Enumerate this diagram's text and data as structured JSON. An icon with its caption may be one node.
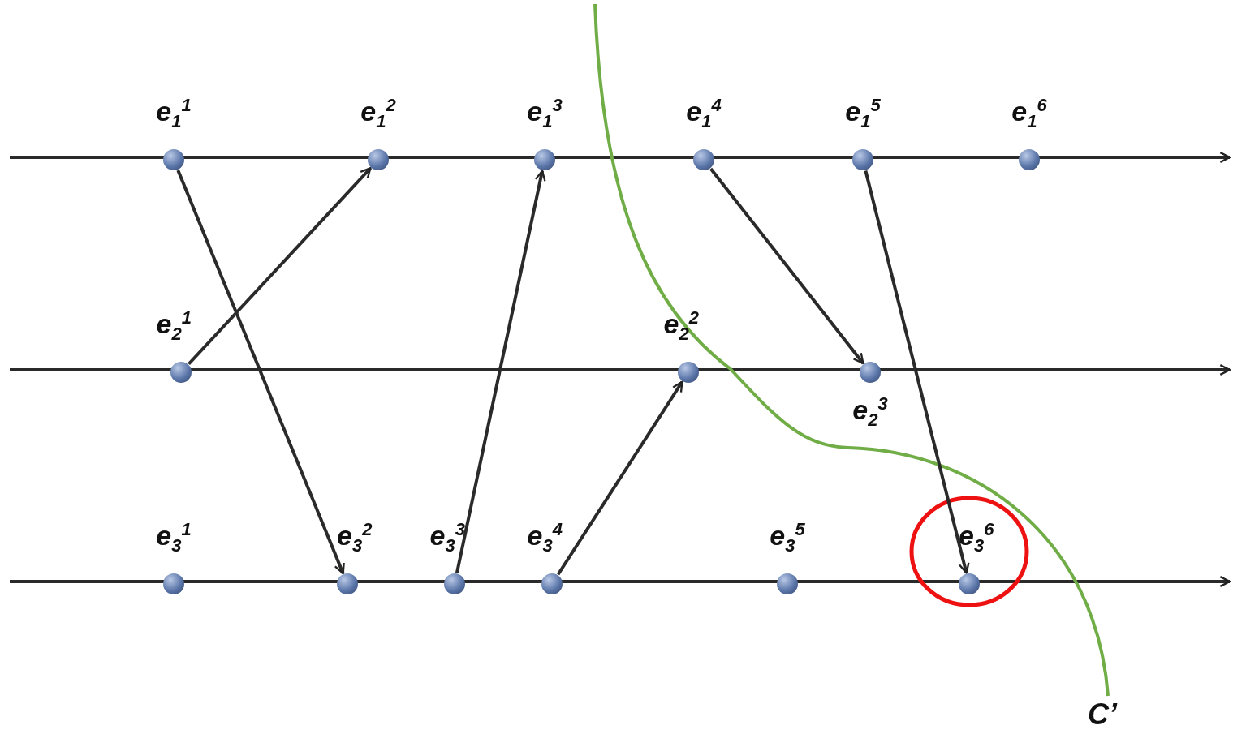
{
  "diagram": {
    "nodes": [
      {
        "text": [
          "e$_{1}$$^{1}$"
        ]
      },
      {
        "text": [
          "e$_{1}$$^{2}$"
        ]
      },
      {
        "text": [
          "e$_{1}$$^{3}$"
        ]
      },
      {
        "text": [
          "e$_{1}$$^{4}$"
        ]
      },
      {
        "text": [
          "e$_{1}$$^{5}$"
        ]
      },
      {
        "text": [
          "e$_{1}$$^{6}$"
        ]
      },
      {
        "text": [
          "e$_{2}$$^{1}$"
        ]
      },
      {
        "text": [
          "e$_{2}$$^{2}$"
        ]
      },
      {
        "text": [
          "e$_{2}$$^{3}$"
        ]
      },
      {
        "text": [
          "e$_{3}$$^{1}$"
        ]
      },
      {
        "text": [
          "e$_{3}$$^{2}$"
        ]
      },
      {
        "text": [
          "e$_{3}$$^{3}$"
        ]
      },
      {
        "text": [
          "e$_{3}$$^{4}$"
        ]
      },
      {
        "text": [
          "e$_{3}$$^{5}$"
        ]
      },
      {
        "text": [
          "e$_{3}$$^{6}$"
        ]
      }
    ],
    "edges": [
      {
        "from": 0,
        "to": 10,
        "arrow": "to"
      },
      {
        "from": 6,
        "to": 1,
        "arrow": "to"
      },
      {
        "from": 11,
        "to": 2,
        "arrow": "to"
      },
      {
        "from": 12,
        "to": 7,
        "arrow": "to"
      },
      {
        "from": 3,
        "to": 8,
        "arrow": "to"
      },
      {
        "from": 4,
        "to": 14,
        "arrow": "to"
      }
    ],
    "labels": [
      "C’"
    ]
  }
}
